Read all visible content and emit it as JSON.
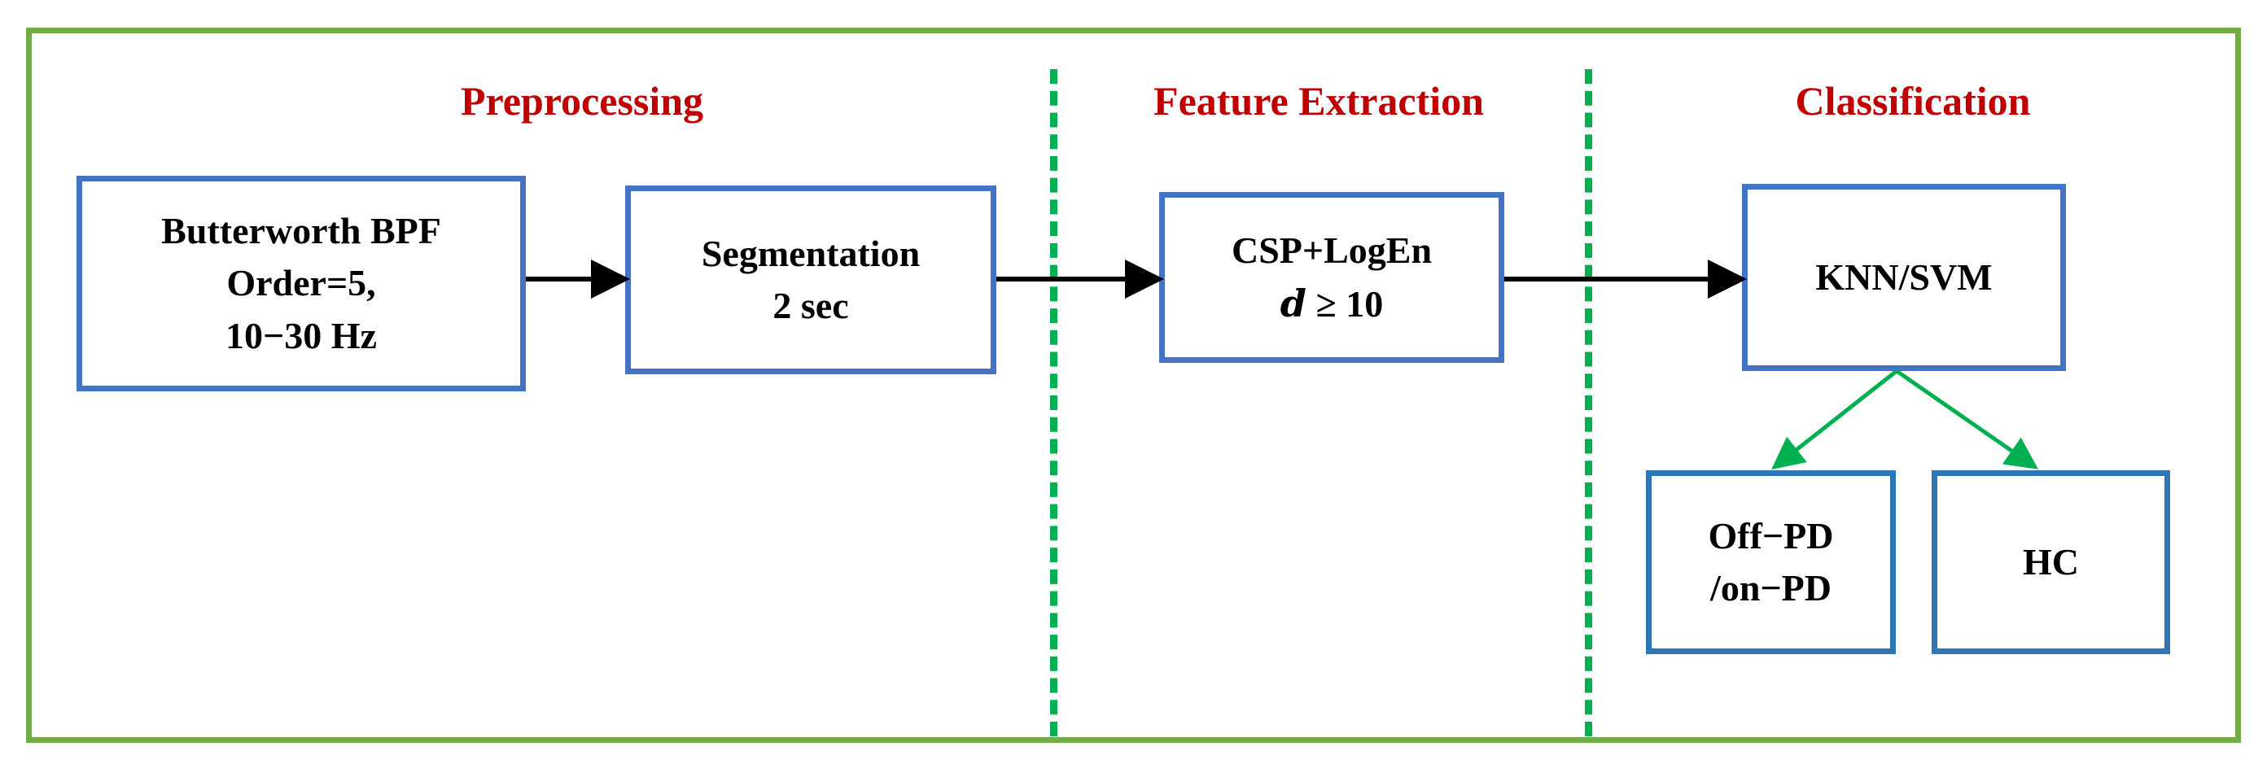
{
  "sections": {
    "preprocessing": "Preprocessing",
    "feature_extraction": "Feature Extraction",
    "classification": "Classification"
  },
  "boxes": {
    "butterworth": {
      "line1": "Butterworth BPF",
      "line2": "Order=5,",
      "line3": "10−30 Hz"
    },
    "segmentation": {
      "line1": "Segmentation",
      "line2": "2 sec"
    },
    "csp": {
      "line1": "CSP+LogEn",
      "line2_var": "d",
      "line2_rest": " ≥ 10"
    },
    "classifier": {
      "line1": "KNN/SVM"
    },
    "off_pd": {
      "line1": "Off−PD",
      "line2": "/on−PD"
    },
    "hc": {
      "line1": "HC"
    }
  },
  "colors": {
    "frame": "#70ad47",
    "divider": "#00b050",
    "section_title": "#c00000",
    "box_border": "#4472c4",
    "box_border_dark": "#2e75b6",
    "flow_arrow": "#000000",
    "output_arrow": "#00b050"
  }
}
